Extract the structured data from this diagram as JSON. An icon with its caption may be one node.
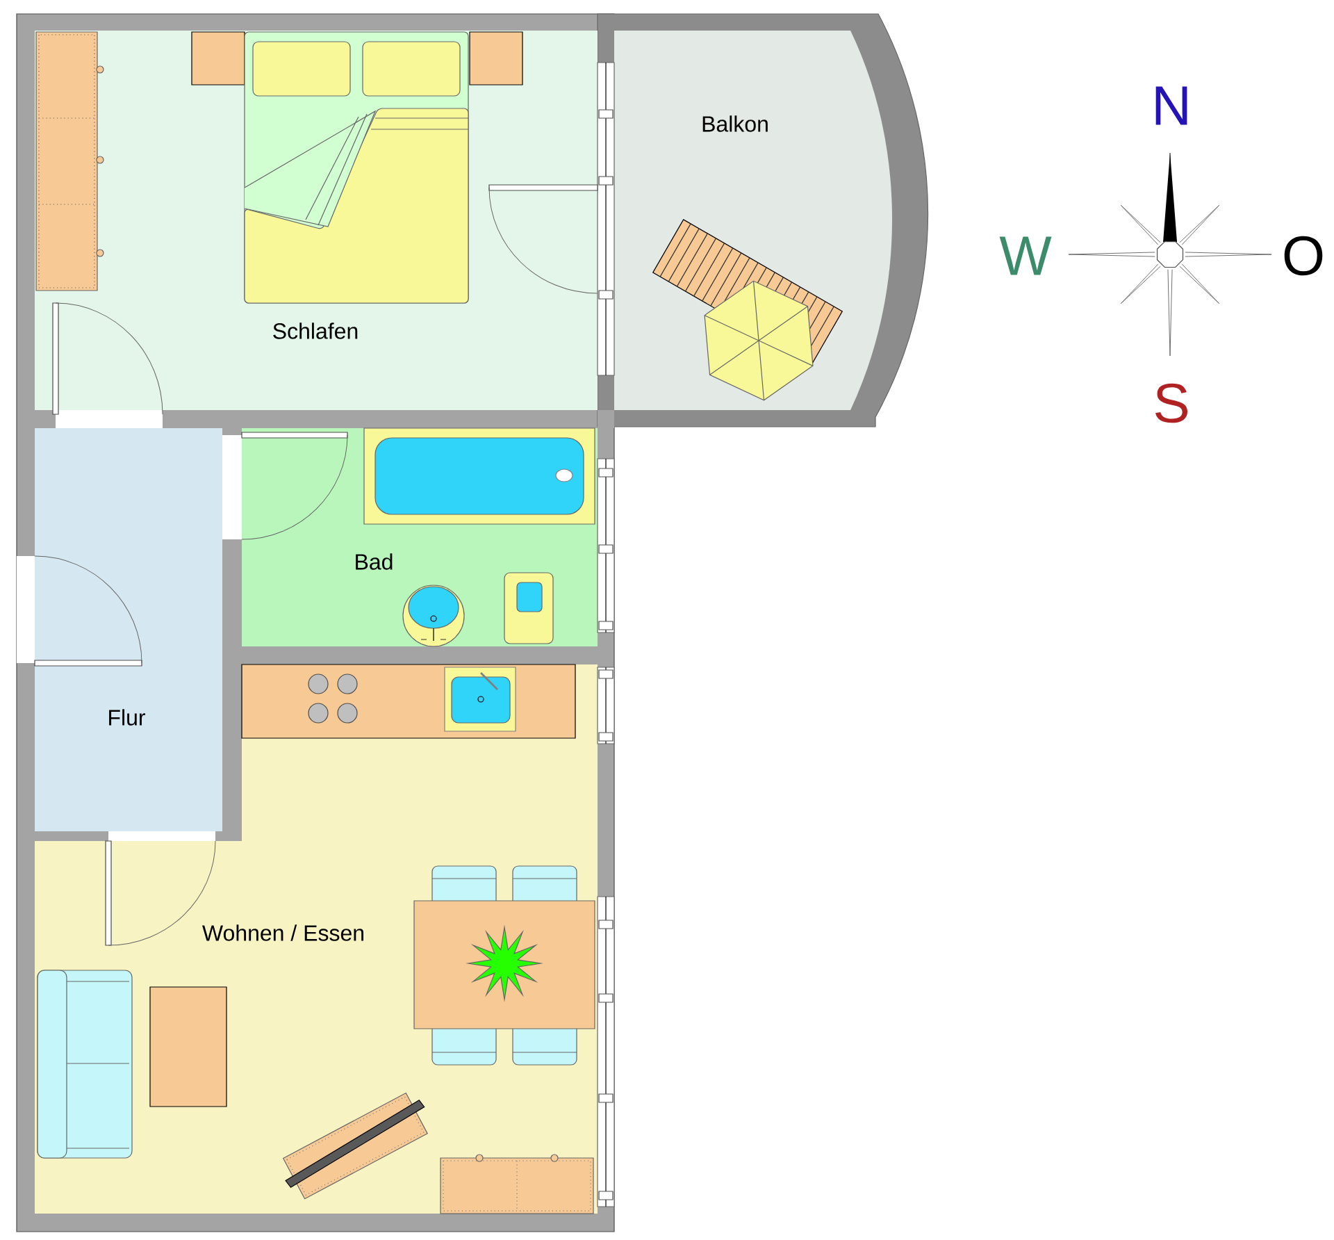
{
  "diagram": {
    "nodes": [
      {
        "text": [
          "Schlafen"
        ]
      },
      {
        "text": [
          "Balkon"
        ]
      },
      {
        "text": [
          "Bad"
        ]
      },
      {
        "text": [
          "Flur"
        ]
      },
      {
        "text": [
          "Wohnen / Essen"
        ]
      }
    ],
    "labels": [
      "N",
      "W",
      "O",
      "S"
    ]
  }
}
